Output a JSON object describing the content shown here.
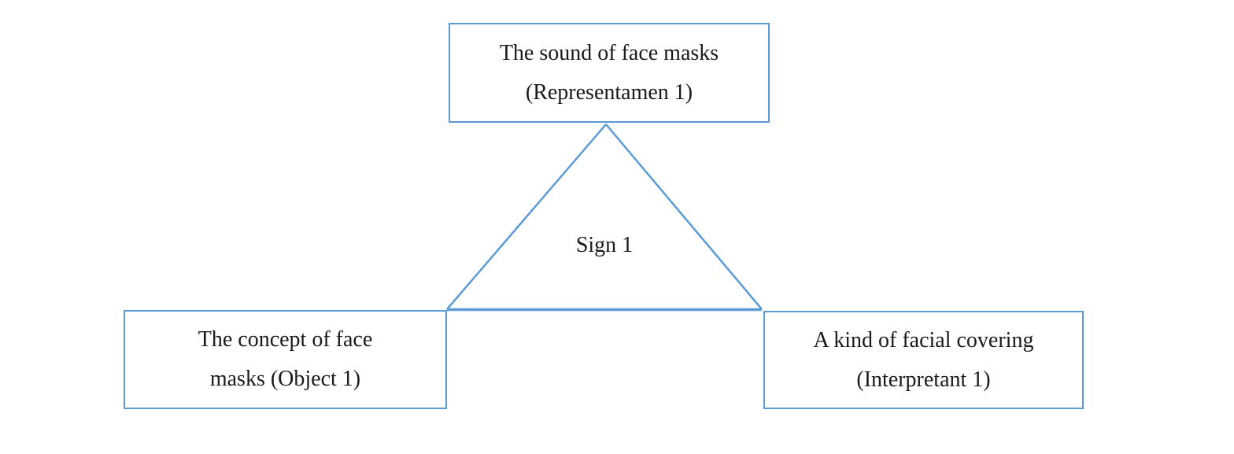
{
  "diagram": {
    "accent_color": "#5b9bd5",
    "text_color": "#1a1a1a",
    "background_color": "#ffffff",
    "nodes": {
      "representamen": {
        "line1": "The sound of face masks",
        "line2": "(Representamen 1)"
      },
      "object": {
        "line1": "The concept of face",
        "line2": "masks (Object 1)"
      },
      "interpretant": {
        "line1": "A kind of facial covering",
        "line2": "(Interpretant 1)"
      },
      "sign": {
        "label": "Sign 1"
      }
    }
  }
}
